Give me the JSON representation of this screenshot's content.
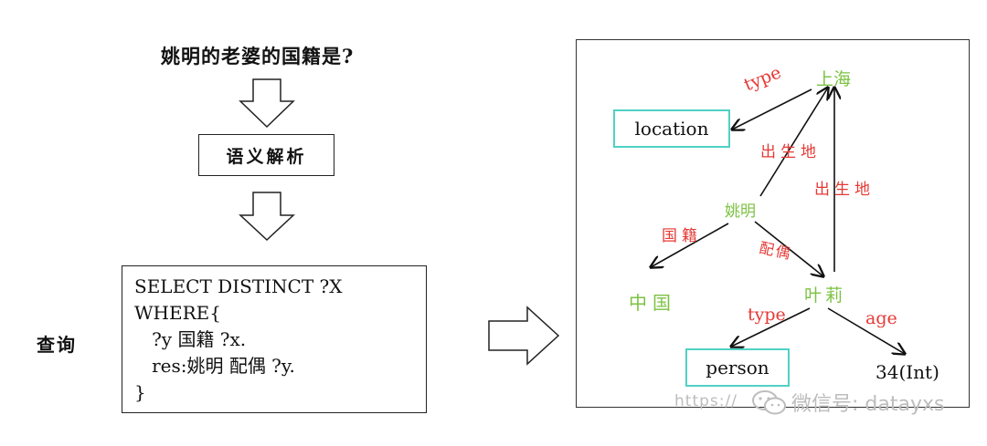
{
  "left": {
    "question": "姚明的老婆的国籍是?",
    "parse_step": "语义解析",
    "query_label": "查询",
    "query_lines": [
      "SELECT DISTINCT ?X",
      "WHERE{",
      "   ?y 国籍 ?x.",
      "   res:姚明 配偶 ?y.",
      "}"
    ]
  },
  "graph": {
    "nodes": {
      "shanghai": "上海",
      "location": "location",
      "yaoming": "姚明",
      "zhongguo": "中国",
      "yeli": "叶莉",
      "person": "person",
      "age_value": "34(Int)"
    },
    "edges": {
      "type_top": "type",
      "birthplace_left": "出生地",
      "birthplace_right": "出生地",
      "nationality": "国籍",
      "spouse": "配偶",
      "type_bottom": "type",
      "age": "age"
    }
  },
  "watermark": {
    "url": "https://",
    "brand": "微信号: datayxs"
  },
  "colors": {
    "entity_text": "#7cc242",
    "relation_text": "#e53935",
    "class_box_border": "#4fd1c5",
    "watermark": "#bdbdbd"
  }
}
